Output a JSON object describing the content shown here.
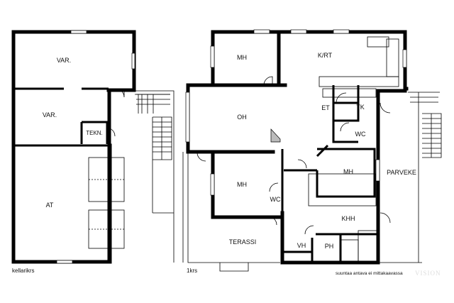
{
  "basement": {
    "caption": "kellarikrs",
    "rooms": {
      "var1": "VAR.",
      "var2": "VAR.",
      "tekn": "TEKN.",
      "at": "AT"
    }
  },
  "first_floor": {
    "caption": "1krs",
    "rooms": {
      "mh1": "MH",
      "krt": "K/RT",
      "oh": "OH",
      "et": "ET",
      "tk": "TK",
      "wc1": "WC",
      "mh2": "MH",
      "mh3": "MH",
      "wc2": "WC",
      "parveke": "PARVEKE",
      "khh": "KHH",
      "terassi": "TERASSI",
      "vh": "VH",
      "ph": "PH"
    }
  },
  "note": "suuntaa antava ei mittakaavassa",
  "watermark": "VISION"
}
